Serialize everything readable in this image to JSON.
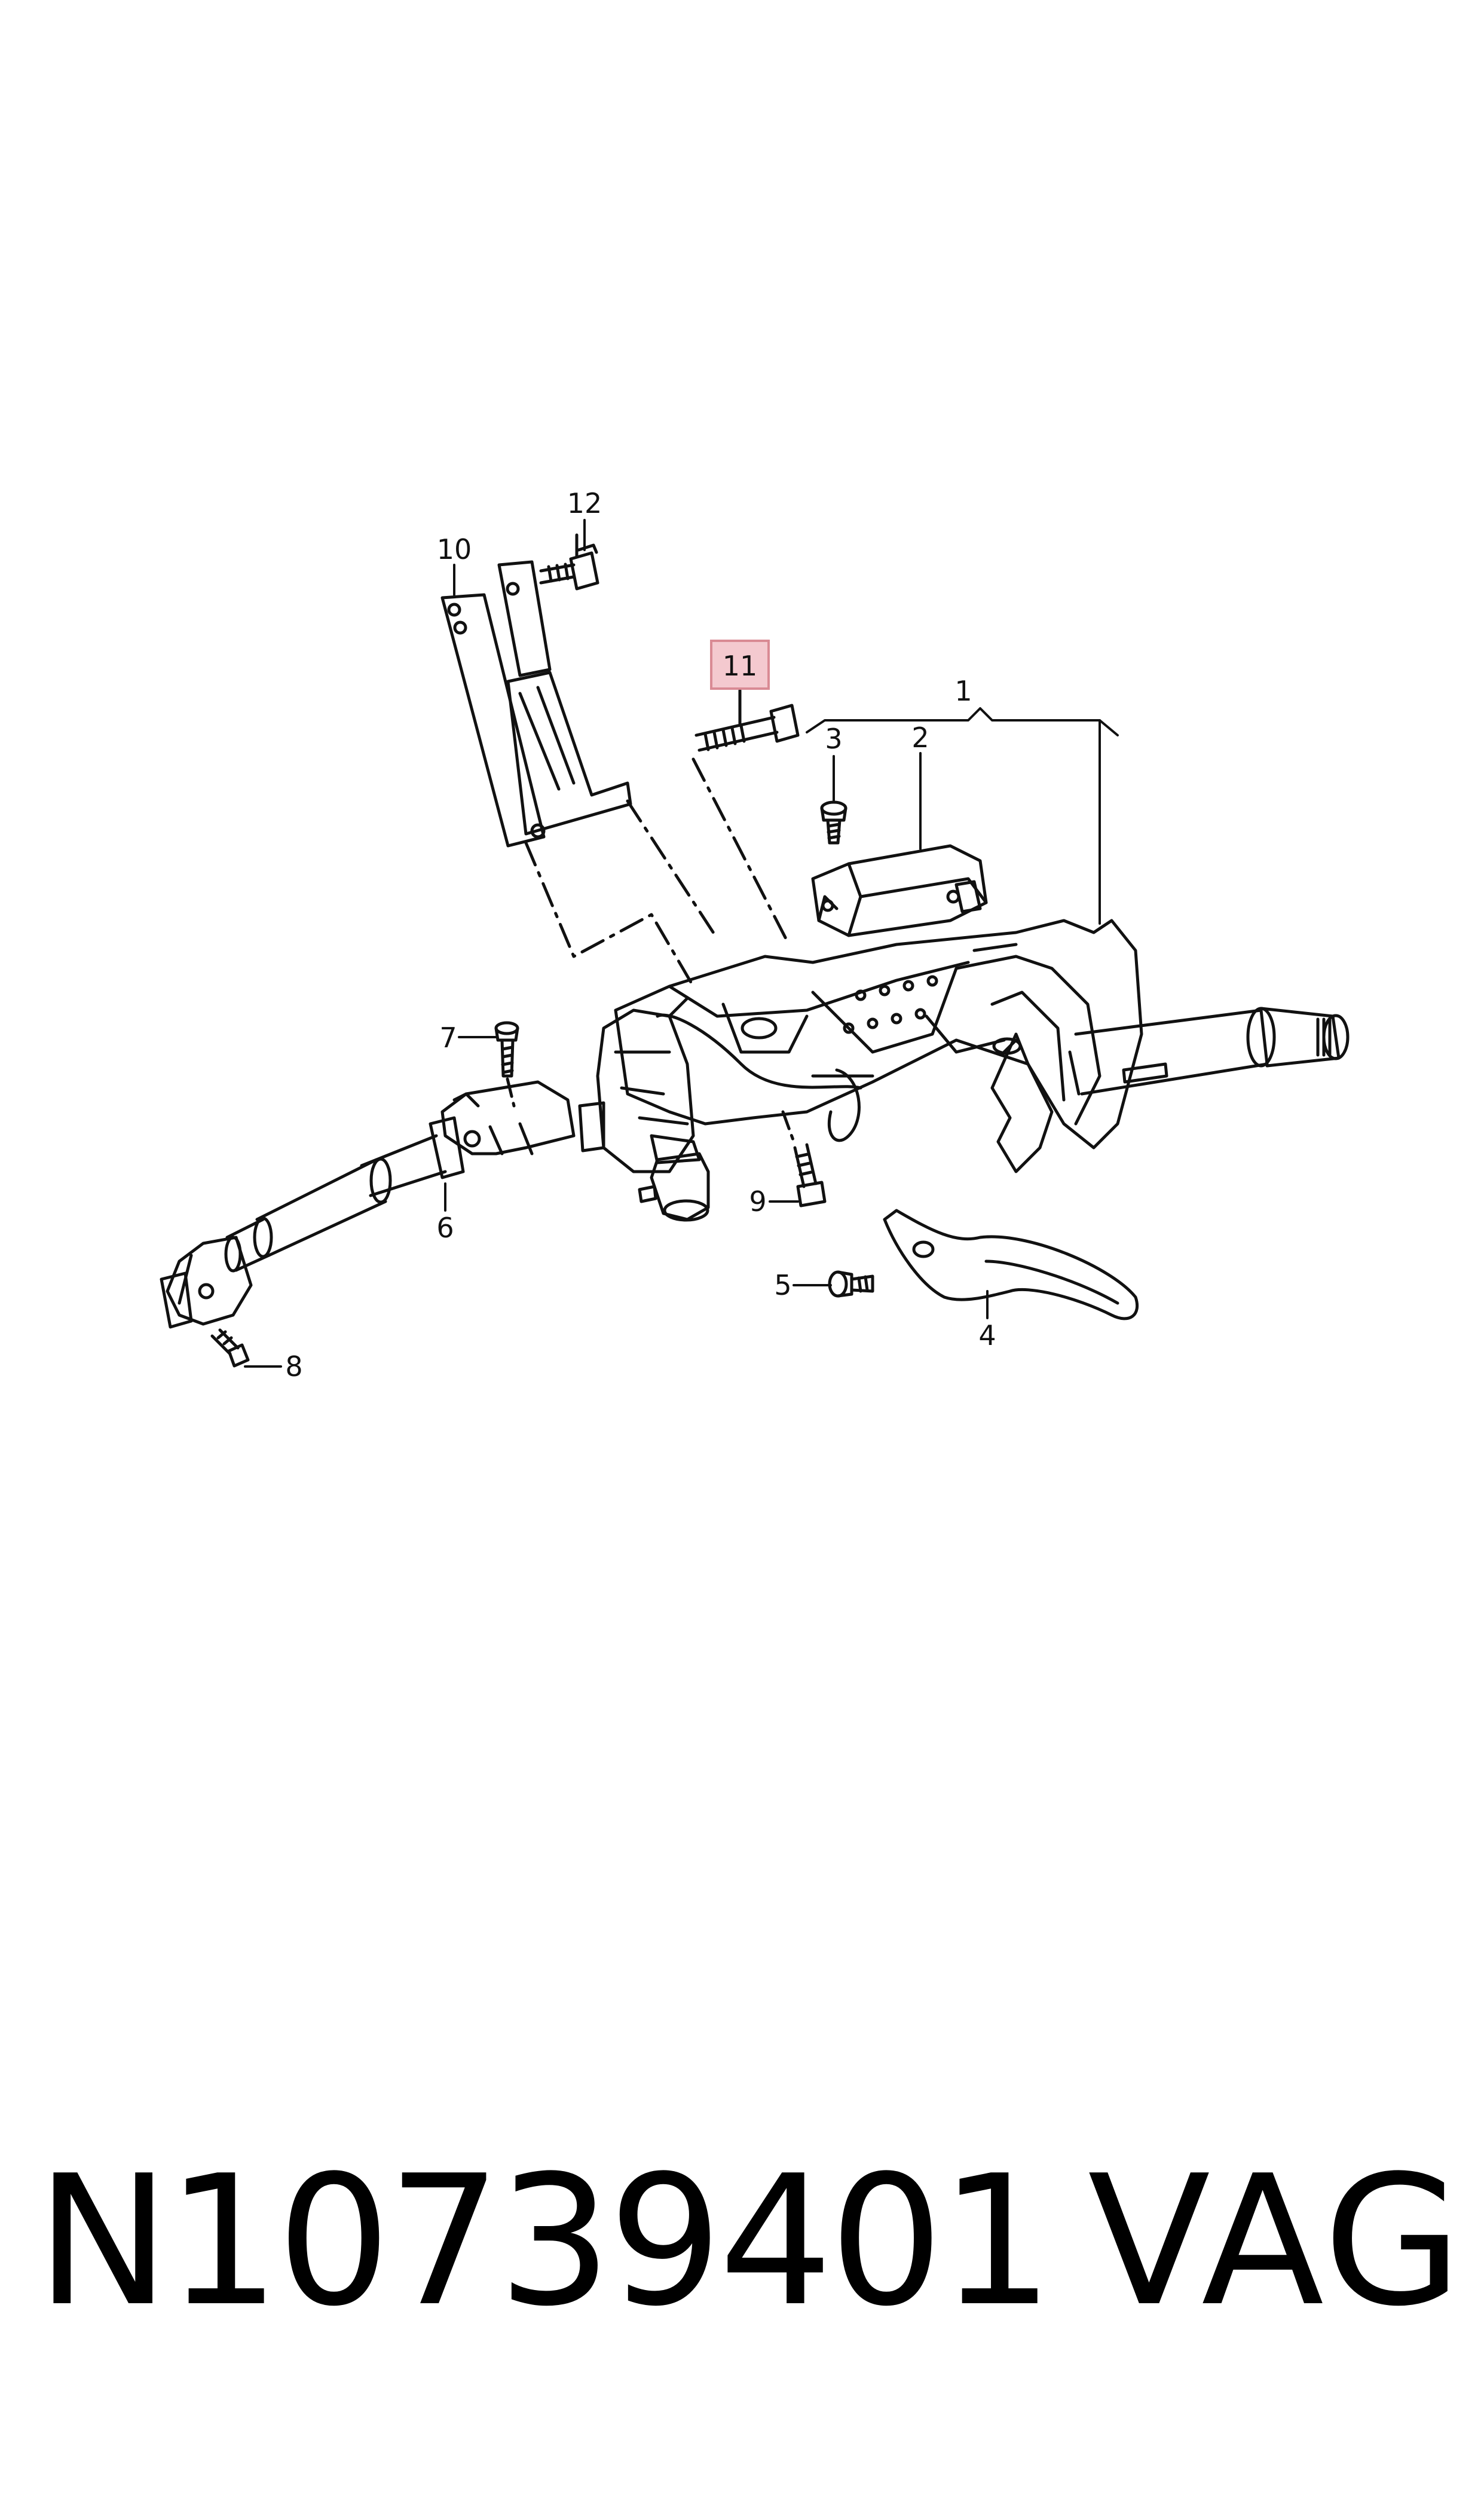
{
  "diagram": {
    "callouts": [
      {
        "id": "1",
        "label": "1"
      },
      {
        "id": "2",
        "label": "2"
      },
      {
        "id": "3",
        "label": "3"
      },
      {
        "id": "4",
        "label": "4"
      },
      {
        "id": "5",
        "label": "5"
      },
      {
        "id": "6",
        "label": "6"
      },
      {
        "id": "7",
        "label": "7"
      },
      {
        "id": "8",
        "label": "8"
      },
      {
        "id": "9",
        "label": "9"
      },
      {
        "id": "10",
        "label": "10"
      },
      {
        "id": "11",
        "label": "11",
        "highlighted": true
      },
      {
        "id": "12",
        "label": "12"
      }
    ],
    "highlight_color": "#f4c9cf",
    "highlight_border_color": "#d98a94",
    "line_color": "#111111"
  },
  "footer": {
    "part_number": "N10739401",
    "brand": "VAG"
  }
}
